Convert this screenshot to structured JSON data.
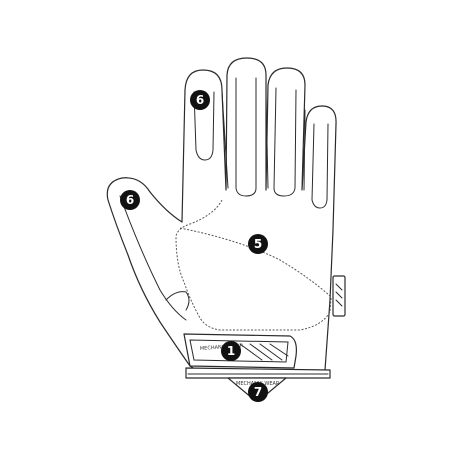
{
  "callouts": [
    {
      "id": "6a",
      "number": "6"
    },
    {
      "id": "6b",
      "number": "6"
    },
    {
      "id": "5",
      "number": "5"
    },
    {
      "id": "1",
      "number": "1"
    },
    {
      "id": "7",
      "number": "7"
    }
  ],
  "labels": {
    "wrist_tab_text": "MECHANIX WEAR",
    "cuff_strap_text": "MECHANIX WEAR"
  },
  "colors": {
    "outline": "#2b2b2b",
    "callout_fill": "#111111",
    "callout_text": "#ffffff"
  }
}
